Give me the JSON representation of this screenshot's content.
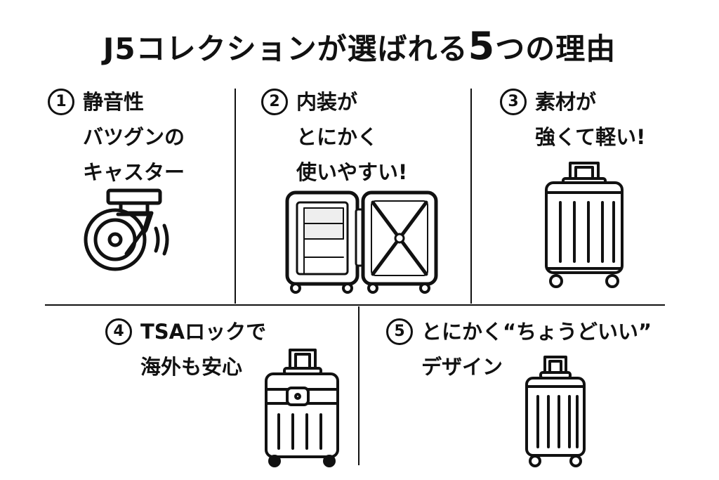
{
  "title": {
    "before": "J5コレクションが選ばれる",
    "number": "5",
    "after": "つの理由"
  },
  "reasons": [
    {
      "num": "1",
      "lines": [
        "静音性",
        "バツグンの",
        "キャスター"
      ],
      "icon": "caster-wheel-icon"
    },
    {
      "num": "2",
      "lines": [
        "内装が",
        "とにかく",
        "使いやすい!"
      ],
      "icon": "open-suitcase-icon"
    },
    {
      "num": "3",
      "lines": [
        "素材が",
        "強くて軽い!"
      ],
      "icon": "suitcase-icon"
    },
    {
      "num": "4",
      "lines": [
        "TSAロックで",
        "海外も安心"
      ],
      "icon": "suitcase-tsa-lock-icon"
    },
    {
      "num": "5",
      "lines": [
        "とにかく“ちょうどいい”",
        "デザイン"
      ],
      "icon": "suitcase-icon"
    }
  ]
}
